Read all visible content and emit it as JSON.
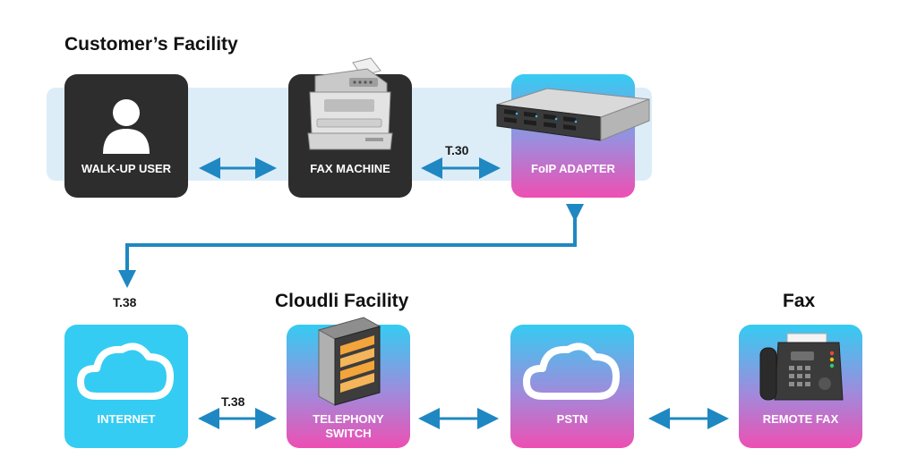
{
  "headings": {
    "customer_facility": "Customer’s Facility",
    "cloudli_facility": "Cloudli Facility",
    "fax": "Fax"
  },
  "nodes": {
    "walk_up_user": {
      "label": "WALK-UP USER",
      "icon": "person-icon"
    },
    "fax_machine": {
      "label": "FAX MACHINE",
      "icon": "fax-machine-icon"
    },
    "foip_adapter": {
      "label": "FoIP ADAPTER",
      "icon": "server-rack-icon"
    },
    "internet": {
      "label": "INTERNET",
      "icon": "cloud-icon"
    },
    "telephony_switch": {
      "label_line1": "TELEPHONY",
      "label_line2": "SWITCH",
      "icon": "server-tower-icon"
    },
    "pstn": {
      "label": "PSTN",
      "icon": "cloud-icon"
    },
    "remote_fax": {
      "label": "REMOTE FAX",
      "icon": "fax-phone-icon"
    }
  },
  "protocols": {
    "fax_to_foip": "T.30",
    "foip_to_internet": "T.38",
    "internet_to_switch": "T.38"
  },
  "colors": {
    "dark_tile": "#2d2d2d",
    "band": "#dcedf8",
    "cyan": "#34ccf2",
    "pink": "#ee4fb3",
    "arrow": "#1f87c2"
  }
}
